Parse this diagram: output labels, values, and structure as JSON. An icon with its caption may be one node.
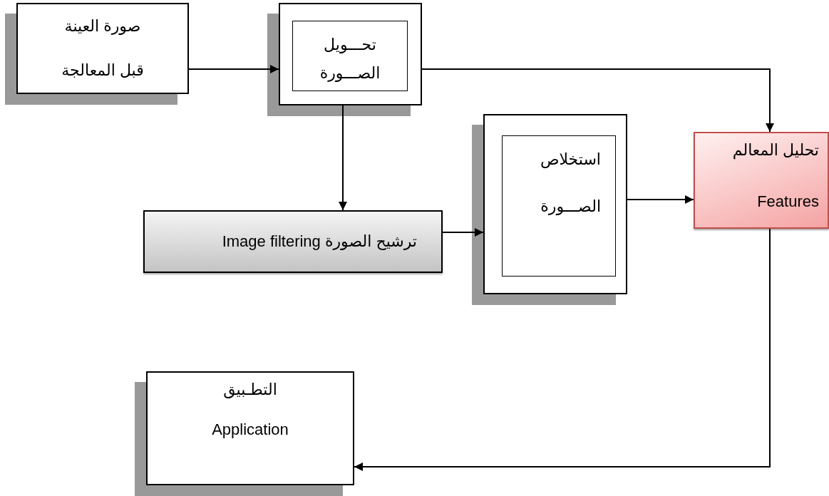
{
  "diagram": {
    "nodes": [
      {
        "text": [
          "صورة العينة قبل المعالجة"
        ]
      },
      {
        "text": [],
        "shape": "box"
      },
      {
        "text": [
          "تحـــويل الصـــورة"
        ],
        "in": 1
      },
      {
        "text": [
          "ترشيح الصورة  Image filtering"
        ]
      },
      {
        "text": [],
        "shape": "box"
      },
      {
        "text": [
          "استخلاص الصـــورة"
        ],
        "in": 4
      },
      {
        "text": [
          "تحليل المعالم",
          "Features"
        ]
      },
      {
        "text": [
          "التطـبيق",
          "Application"
        ]
      }
    ],
    "edges": [
      {
        "from": 0,
        "to": 1,
        "arrow": "to"
      },
      {
        "from": 1,
        "to": 6,
        "arrow": "to"
      },
      {
        "from": 1,
        "to": 3,
        "arrow": "to"
      },
      {
        "from": 3,
        "to": 4,
        "arrow": "to"
      },
      {
        "from": 4,
        "to": 6,
        "arrow": "to"
      },
      {
        "from": 6,
        "to": 7,
        "arrow": "to"
      }
    ]
  }
}
